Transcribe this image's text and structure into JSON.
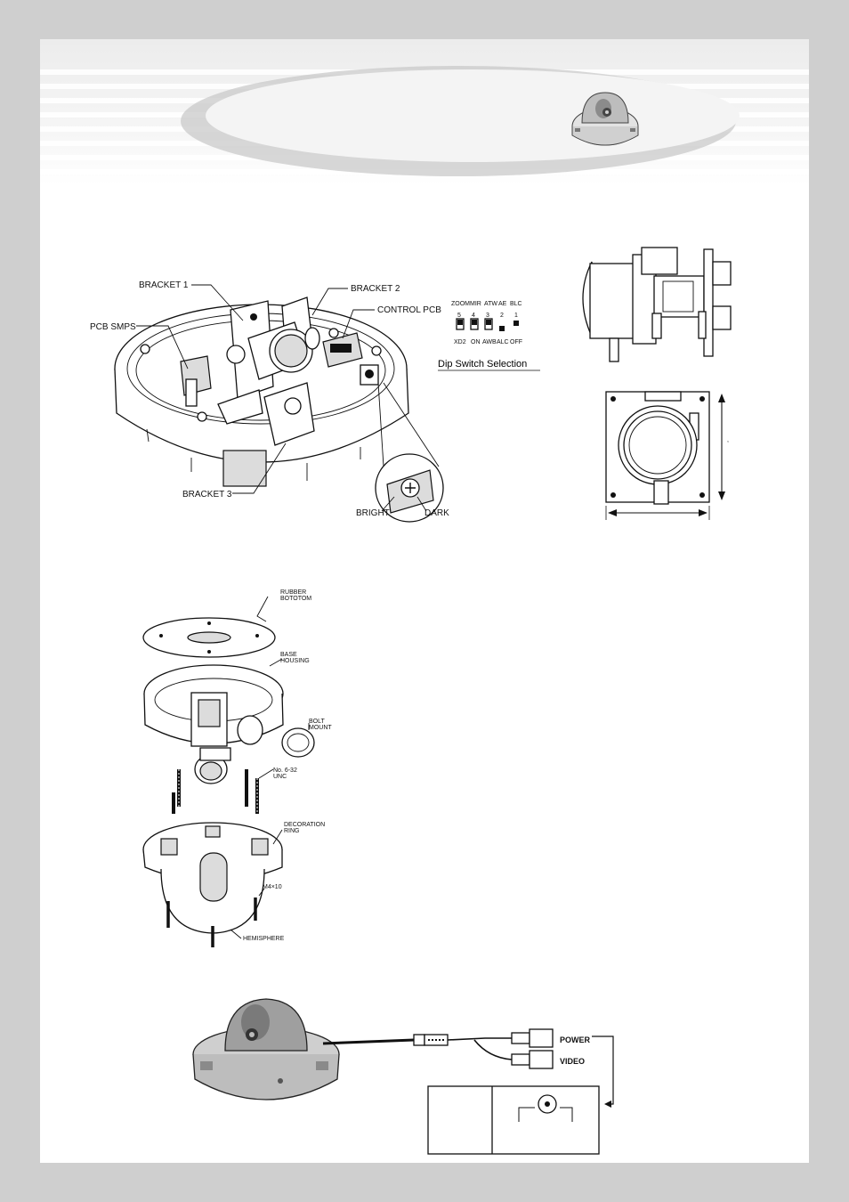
{
  "diagram_internal": {
    "labels": {
      "bracket_1": "BRACKET 1",
      "bracket_2": "BRACKET 2",
      "control_pcb": "CONTROL PCB",
      "pcb_smps": "PCB SMPS",
      "bracket_3": "BRACKET 3",
      "bright": "BRIGHT",
      "dark": "DARK"
    }
  },
  "dip_switch": {
    "title": "Dip Switch Selection",
    "top_labels": [
      "ZOOM",
      "MIR",
      "ATW",
      "AE",
      "BLC"
    ],
    "numbers": [
      "5",
      "4",
      "3",
      "2",
      "1"
    ],
    "bottom_labels": [
      "XD2",
      "ON",
      "AWB",
      "ALC",
      "OFF"
    ]
  },
  "diagram_assembly": {
    "labels": {
      "rubber_bottom": "RUBBER\nBOTOTOM",
      "base_housing": "BASE\nHOUSING",
      "bolt_mount": "BOLT\nMOUNT",
      "screw_unc": "No. 6-32\nUNC",
      "decoration_ring": "DECORATION\nRING",
      "screw_m4": "M4×10",
      "hemisphere": "HEMISPHERE"
    }
  },
  "diagram_connection": {
    "labels": {
      "power": "POWER",
      "video": "VIDEO"
    }
  },
  "dimension_marks": {
    "height_mark": ","
  }
}
